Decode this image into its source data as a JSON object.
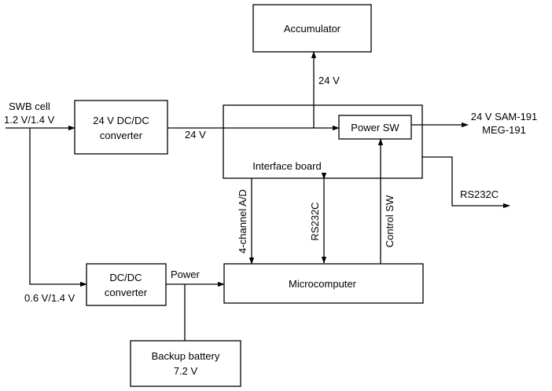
{
  "blocks": {
    "accumulator": "Accumulator",
    "dcdc_24v": [
      "24 V DC/DC",
      "converter"
    ],
    "interface_board": "Interface board",
    "power_sw": "Power SW",
    "dcdc": [
      "DC/DC",
      "converter"
    ],
    "microcomputer": "Microcomputer",
    "backup_battery": [
      "Backup battery",
      "7.2 V"
    ]
  },
  "labels": {
    "swb_cell": [
      "SWB cell",
      "1.2 V/1.4 V"
    ],
    "v24_to_accumulator": "24 V",
    "v24_to_interface": "24 V",
    "output": [
      "24 V SAM-191",
      "MEG-191"
    ],
    "rs232c_out": "RS232C",
    "ad_channel": "4-channel A/D",
    "rs232c_link": "RS232C",
    "control_sw": "Control SW",
    "power": "Power",
    "v_low": "0.6 V/1.4 V"
  },
  "colors": {
    "line": "#000000",
    "background": "#ffffff"
  }
}
